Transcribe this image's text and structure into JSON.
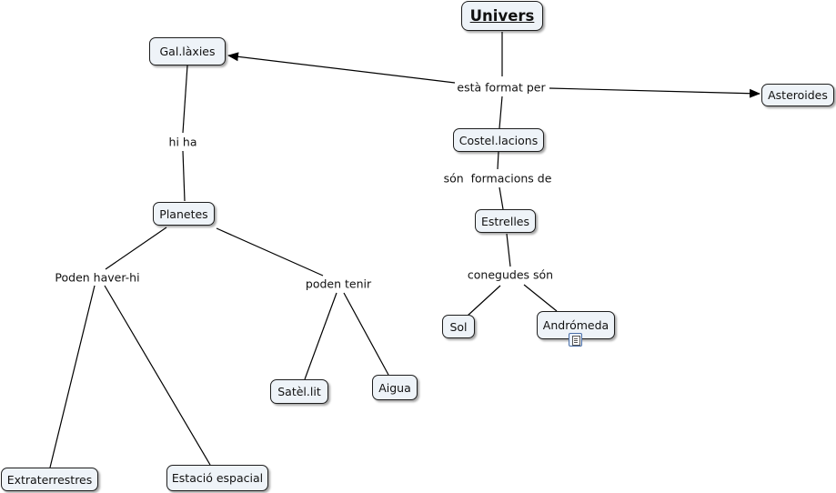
{
  "nodes": {
    "univers": "Univers",
    "galaxies": "Gal.làxies",
    "asteroides": "Asteroides",
    "constellacions": "Costel.lacions",
    "estrelles": "Estrelles",
    "planetes": "Planetes",
    "sol": "Sol",
    "andromeda": "Andrómeda",
    "satelit": "Satèl.lit",
    "aigua": "Aigua",
    "extraterrestres": "Extraterrestres",
    "estacio": "Estació espacial"
  },
  "links": {
    "esta_format_per": "està format per",
    "hi_ha": "hi ha",
    "son_formacions_de": "són  formacions de",
    "conegudes_son": "conegudes són",
    "poden_haver_hi": "Poden haver-hi",
    "poden_tenir": "poden tenir"
  },
  "colors": {
    "node_fill": "#eef3f8",
    "line": "#000000"
  },
  "icons": {
    "andromeda": "document-icon"
  }
}
